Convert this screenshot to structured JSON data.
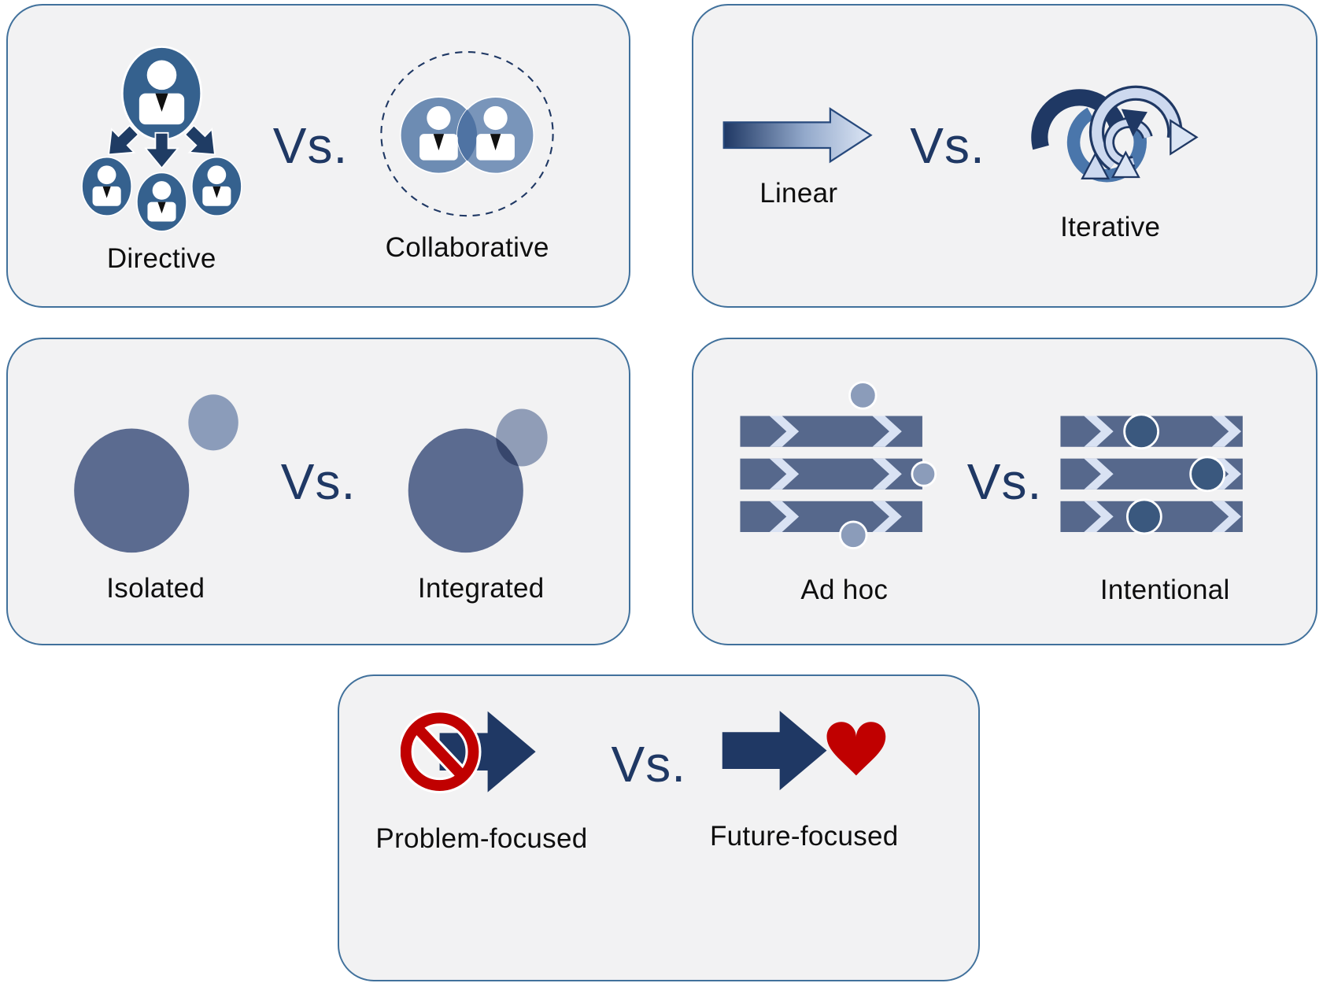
{
  "palette": {
    "panel_background": "#f2f2f3",
    "panel_border": "#41719c",
    "navy_accent": "#1f3864",
    "person_blue": "#35618e",
    "person_blue_light": "#6d8cb3",
    "person_overlap_blue": "#4f73a3",
    "slate_circle": "#5b6b90",
    "slate_circle_light": "#8b9cba",
    "process_bar": "#56688c",
    "process_chevron": "#d9e2f3",
    "intentional_dot": "#3a587e",
    "linear_gradient_end": "#dde6f5",
    "loop_medium_blue": "#4a76ab",
    "loop_light_blue": "#cdd9ef",
    "prohibition_red": "#c00000",
    "label_color": "#0e0e0e"
  },
  "panels": [
    {
      "id": "directive-vs-collaborative",
      "left": {
        "label": "Directive",
        "icon": "org-hierarchy-icon"
      },
      "vs": "Vs.",
      "right": {
        "label": "Collaborative",
        "icon": "overlapping-people-icon"
      }
    },
    {
      "id": "linear-vs-iterative",
      "left": {
        "label": "Linear",
        "icon": "gradient-arrow-icon"
      },
      "vs": "Vs.",
      "right": {
        "label": "Iterative",
        "icon": "looping-arrows-icon"
      }
    },
    {
      "id": "isolated-vs-integrated",
      "left": {
        "label": "Isolated",
        "icon": "separate-circles-icon"
      },
      "vs": "Vs.",
      "right": {
        "label": "Integrated",
        "icon": "overlapping-circles-icon"
      }
    },
    {
      "id": "ad-hoc-vs-intentional",
      "left": {
        "label": "Ad hoc",
        "icon": "process-bars-loose-dots-icon"
      },
      "vs": "Vs.",
      "right": {
        "label": "Intentional",
        "icon": "process-bars-embedded-dots-icon"
      }
    },
    {
      "id": "problem-vs-future",
      "left": {
        "label": "Problem-focused",
        "icon": "no-sign-arrow-icon"
      },
      "vs": "Vs.",
      "right": {
        "label": "Future-focused",
        "icon": "arrow-heart-icon"
      }
    }
  ]
}
